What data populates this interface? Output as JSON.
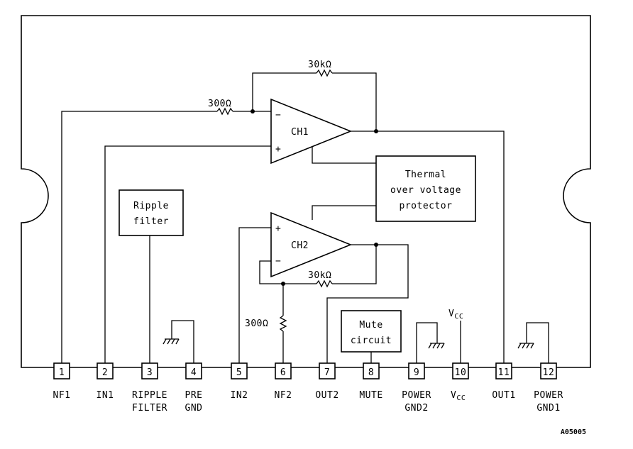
{
  "figure_id": "A05005",
  "amplifiers": {
    "ch1": {
      "label": "CH1",
      "minus": "−",
      "plus": "+"
    },
    "ch2": {
      "label": "CH2",
      "minus": "−",
      "plus": "+"
    }
  },
  "resistors": {
    "r_in_ch1": "300Ω",
    "r_fb_ch1": "30kΩ",
    "r_fb_ch2": "30kΩ",
    "r_in_ch2": "300Ω"
  },
  "blocks": {
    "ripple_filter": [
      "Ripple",
      "filter"
    ],
    "thermal": [
      "Thermal",
      "over voltage",
      "protector"
    ],
    "mute": [
      "Mute",
      "circuit"
    ]
  },
  "vcc_label": "V",
  "vcc_sub": "CC",
  "pins": [
    {
      "number": "1",
      "label": [
        "NF1"
      ]
    },
    {
      "number": "2",
      "label": [
        "IN1"
      ]
    },
    {
      "number": "3",
      "label": [
        "RIPPLE",
        "FILTER"
      ]
    },
    {
      "number": "4",
      "label": [
        "PRE",
        "GND"
      ]
    },
    {
      "number": "5",
      "label": [
        "IN2"
      ]
    },
    {
      "number": "6",
      "label": [
        "NF2"
      ]
    },
    {
      "number": "7",
      "label": [
        "OUT2"
      ]
    },
    {
      "number": "8",
      "label": [
        "MUTE"
      ]
    },
    {
      "number": "9",
      "label": [
        "POWER",
        "GND2"
      ]
    },
    {
      "number": "10",
      "label": [
        "V",
        "CC"
      ]
    },
    {
      "number": "11",
      "label": [
        "OUT1"
      ]
    },
    {
      "number": "12",
      "label": [
        "POWER",
        "GND1"
      ]
    }
  ]
}
